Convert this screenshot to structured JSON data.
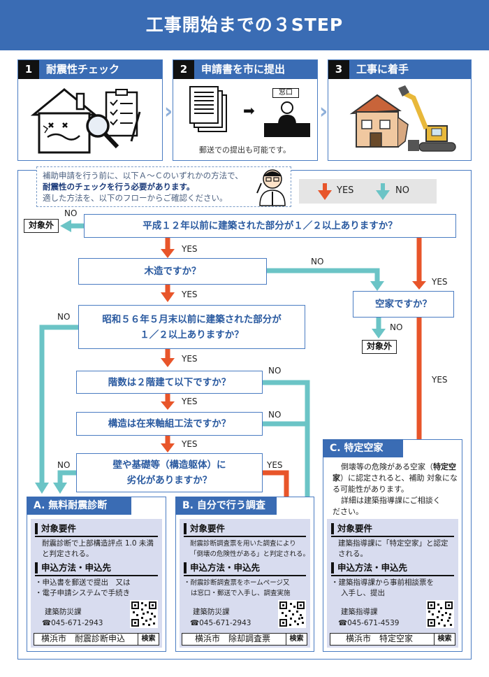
{
  "title": "工事開始までの３STEP",
  "steps": [
    {
      "num": "1",
      "title": "耐震性チェック"
    },
    {
      "num": "2",
      "title": "申請書を市に提出",
      "counter": "窓口",
      "caption": "郵送での提出も可能です。"
    },
    {
      "num": "3",
      "title": "工事に着手"
    }
  ],
  "note": {
    "line1": "補助申請を行う前に、以下Ａ～Ｃのいずれかの方法で、",
    "line2": "耐震性のチェックを行う必要があります。",
    "line3": "適した方法を、以下のフローからご確認ください。"
  },
  "legend": {
    "yes": "YES",
    "no": "NO"
  },
  "colors": {
    "yes": "#e8552a",
    "no": "#6bc4c6",
    "primary": "#3a6cb4"
  },
  "flow": {
    "q1": "平成１２年以前に建築された部分が１／２以上ありますか？",
    "q2": "木造ですか？",
    "q3_line1": "昭和５６年５月末以前に建築された部分が",
    "q3_line2": "１／２以上ありますか？",
    "q4": "階数は２階建て以下ですか？",
    "q5": "構造は在来軸組工法ですか？",
    "q6_line1": "壁や基礎等（構造躯体）に",
    "q6_line2": "劣化がありますか？",
    "q7": "空家ですか？",
    "excluded": "対象外",
    "yes": "YES",
    "no": "NO"
  },
  "panels": {
    "a": {
      "title": "A. 無料耐震診断",
      "req_h": "対象要件",
      "req_1": "耐震診断で上部構造評点 1.0 未満",
      "req_2": "と判定される。",
      "app_h": "申込方法・申込先",
      "app_1": "・申込書を郵送で提出　又は",
      "app_2": "・電子申請システムで手続き",
      "dept": "建築防災課",
      "tel": "☎045-671-2943",
      "search": "横浜市　耐震診断申込",
      "search_btn": "検索"
    },
    "b": {
      "title": "B. 自分で行う調査",
      "req_h": "対象要件",
      "req_1": "耐震診断調査票を用いた調査により",
      "req_2": "「倒壊の危険性がある」と判定される。",
      "app_h": "申込方法・申込先",
      "app_1": "・耐震診断調査票をホームページ又",
      "app_2": "は窓口・郵送で入手し、調査実施",
      "dept": "建築防災課",
      "tel": "☎045-671-2943",
      "search": "横浜市　除却調査票",
      "search_btn": "検索"
    },
    "c": {
      "title": "C. 特定空家",
      "intro_1": "倒壊等の危険がある空家（",
      "intro_bold": "特定空家",
      "intro_2": "）に認定されると、補助",
      "intro_3": "対象になる可能性があります。",
      "intro_4": "詳細は建築指導課にご相談く",
      "intro_5": "ださい。",
      "req_h": "対象要件",
      "req_1": "建築指導課に「特定空家」と認定",
      "req_2": "される。",
      "app_h": "申込方法・申込先",
      "app_1": "・建築指導課から事前相談票を",
      "app_2": "入手し、提出",
      "dept": "建築指導課",
      "tel": "☎045-671-4539",
      "search": "横浜市　特定空家",
      "search_btn": "検索"
    }
  }
}
